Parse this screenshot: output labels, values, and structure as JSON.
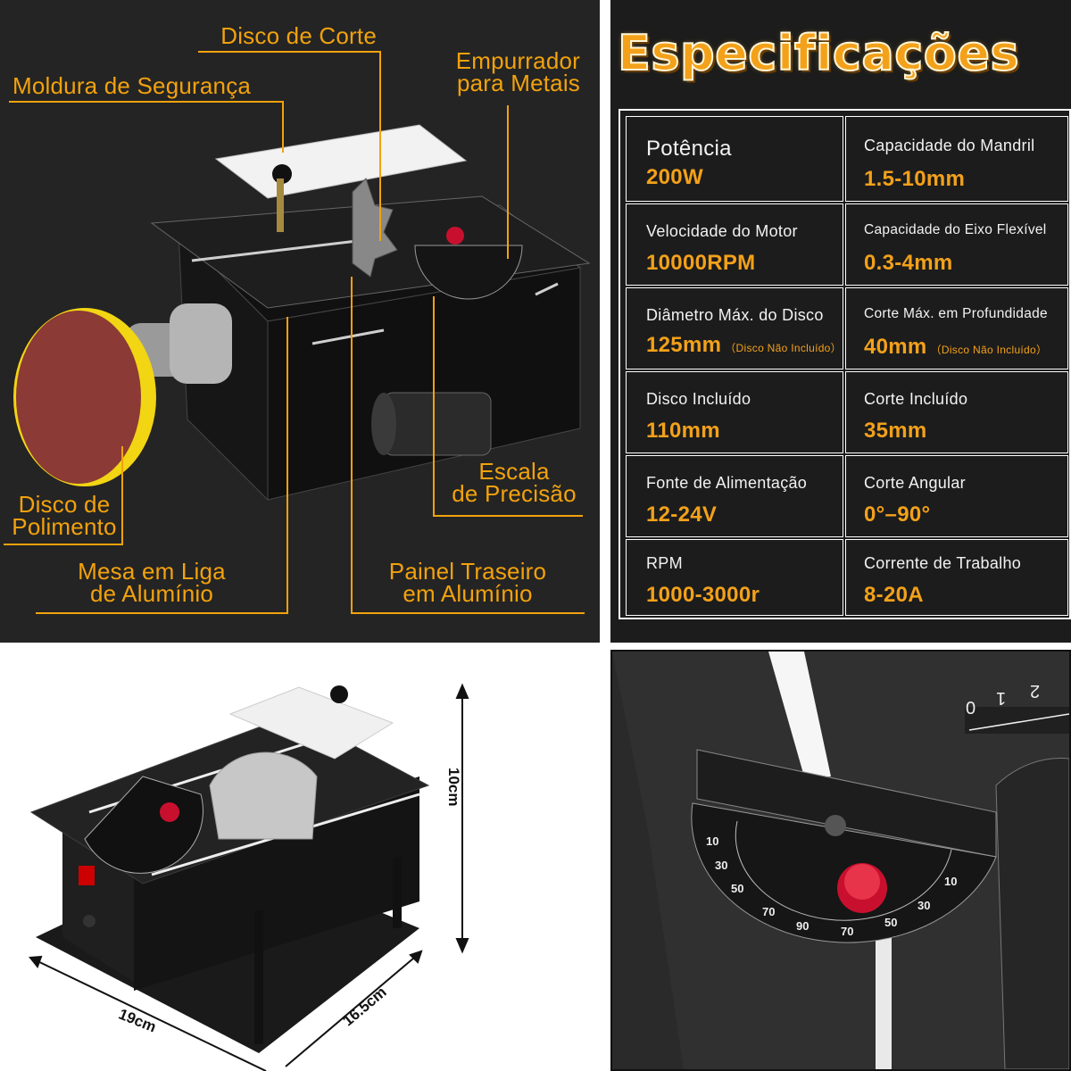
{
  "features": {
    "disco_corte": "Disco de Corte",
    "moldura": "Moldura de Segurança",
    "empurrador": "Empurrador\npara Metais",
    "disco_polimento": "Disco de\nPolimento",
    "escala": "Escala\nde Precisão",
    "mesa": "Mesa em Liga\nde Alumínio",
    "painel": "Painel Traseiro\nem Alumínio"
  },
  "specs": {
    "title": "Especificações",
    "rows": [
      {
        "left": {
          "label": "Potência",
          "value": "200W",
          "note": ""
        },
        "right": {
          "label": "Capacidade do Mandril",
          "value": "1.5-10mm",
          "note": ""
        }
      },
      {
        "left": {
          "label": "Velocidade do Motor",
          "value": "10000RPM",
          "note": ""
        },
        "right": {
          "label": "Capacidade do Eixo Flexível",
          "value": "0.3-4mm",
          "note": ""
        }
      },
      {
        "left": {
          "label": "Diâmetro Máx. do Disco",
          "value": "125mm",
          "note": "（Disco Não Incluído）"
        },
        "right": {
          "label": "Corte Máx. em Profundidade",
          "value": "40mm",
          "note": "（Disco Não Incluído）"
        }
      },
      {
        "left": {
          "label": "Disco Incluído",
          "value": "110mm",
          "note": ""
        },
        "right": {
          "label": "Corte Incluído",
          "value": "35mm",
          "note": ""
        }
      },
      {
        "left": {
          "label": "Fonte de Alimentação",
          "value": "12-24V",
          "note": ""
        },
        "right": {
          "label": "Corte Angular",
          "value": "0°–90°",
          "note": ""
        }
      },
      {
        "left": {
          "label": "RPM",
          "value": "1000-3000r",
          "note": ""
        },
        "right": {
          "label": "Corrente de Trabalho",
          "value": "8-20A",
          "note": ""
        }
      }
    ]
  },
  "dimensions": {
    "height": "10cm",
    "width": "19cm",
    "depth": "16.5cm"
  },
  "scales": {
    "protractor_labels": [
      "10",
      "30",
      "50",
      "70",
      "90",
      "70",
      "50",
      "30",
      "10"
    ],
    "ruler_labels": [
      "0",
      "1",
      "2"
    ]
  },
  "colors": {
    "accent": "#f2a20d",
    "dark_panel": "#242424",
    "knob_red": "#c8102e"
  }
}
